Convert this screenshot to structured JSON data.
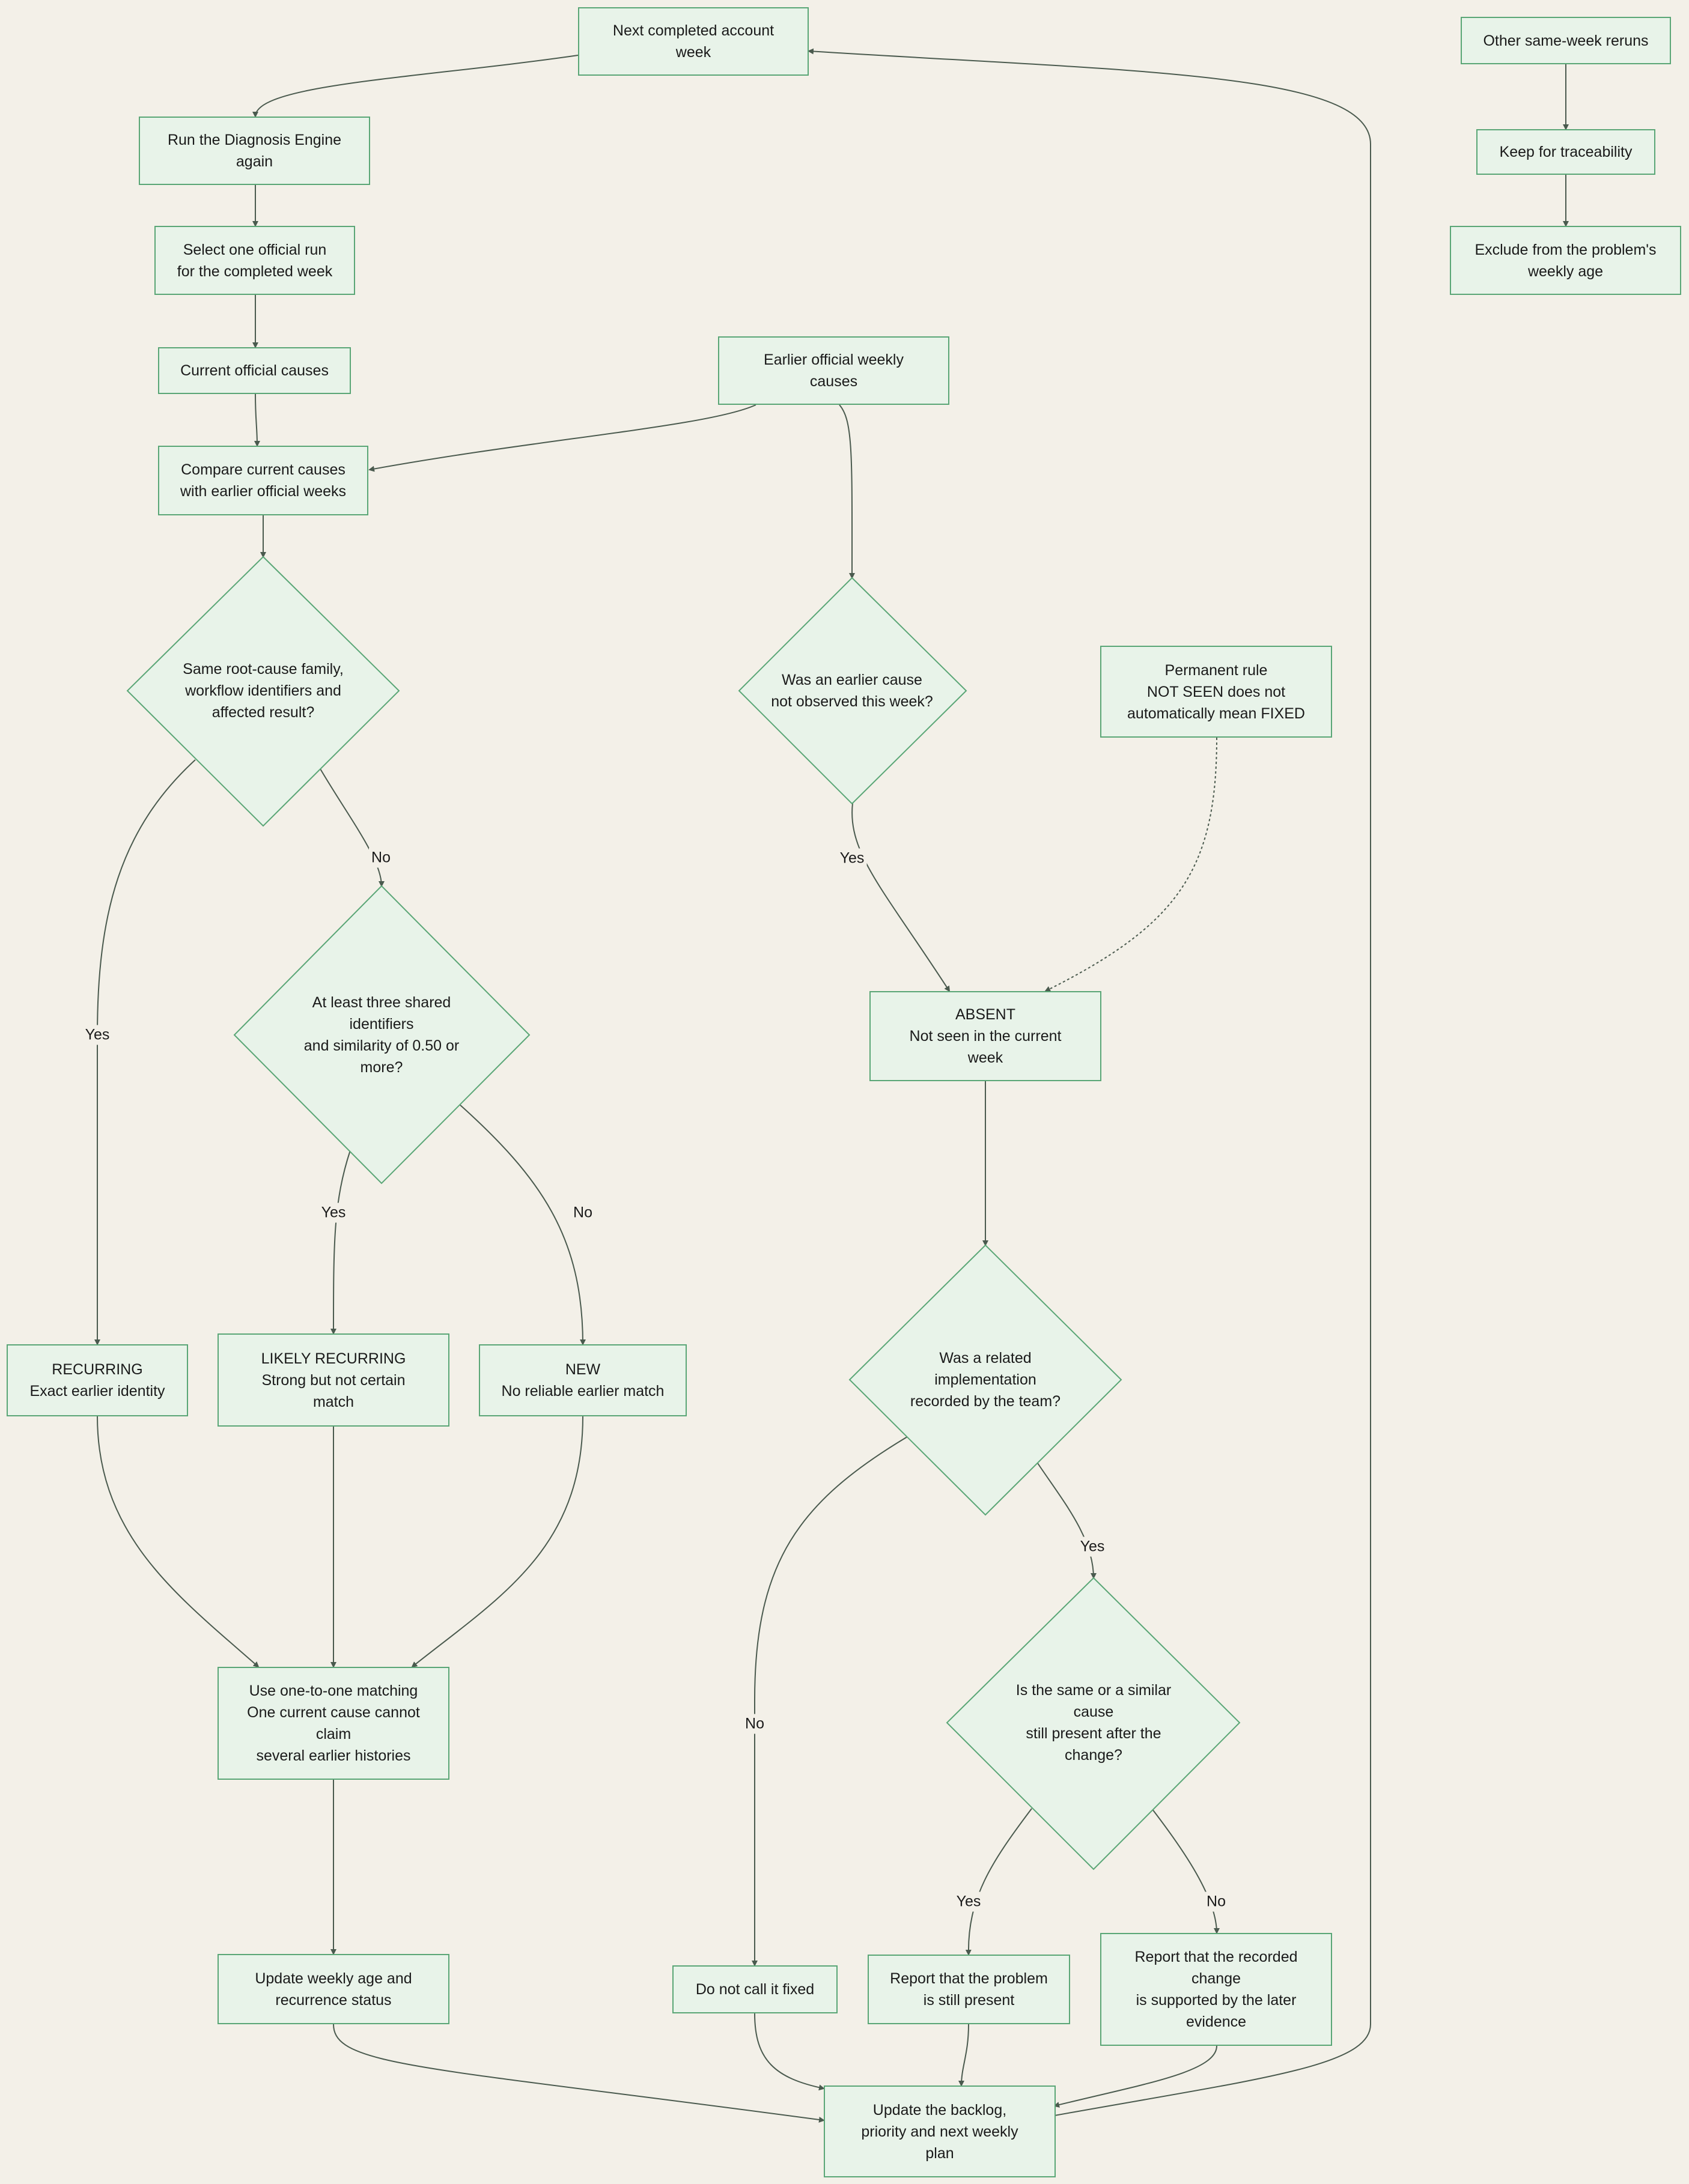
{
  "nodes": {
    "next_week": "Next completed account\nweek",
    "run_engine": "Run the Diagnosis Engine\nagain",
    "select_run": "Select one official run\nfor the completed week",
    "current_causes": "Current official causes",
    "earlier_causes": "Earlier official weekly\ncauses",
    "compare": "Compare current causes\nwith earlier official weeks",
    "same_family": "Same root-cause family,\nworkflow identifiers and\naffected result?",
    "three_shared": "At least three shared\nidentifiers\nand similarity of 0.50 or\nmore?",
    "recurring": "RECURRING\nExact earlier identity",
    "likely_recurring": "LIKELY RECURRING\nStrong but not certain\nmatch",
    "new": "NEW\nNo reliable earlier match",
    "one_to_one": "Use one-to-one matching\nOne current cause cannot\nclaim\nseveral earlier histories",
    "update_age": "Update weekly age and\nrecurrence status",
    "not_observed": "Was an earlier cause\nnot observed this week?",
    "permanent_rule": "Permanent rule\nNOT SEEN does not\nautomatically mean FIXED",
    "absent": "ABSENT\nNot seen in the current\nweek",
    "related_impl": "Was a related\nimplementation\nrecorded by the team?",
    "still_present_q": "Is the same or a similar\ncause\nstill present after the\nchange?",
    "not_fixed": "Do not call it fixed",
    "still_present": "Report that the problem\nis still present",
    "supported": "Report that the recorded\nchange\nis supported by the later\nevidence",
    "update_backlog": "Update the backlog,\npriority and next weekly\nplan",
    "same_week_reruns": "Other same-week reruns",
    "traceability": "Keep for traceability",
    "exclude_age": "Exclude from the problem's\nweekly age"
  },
  "edge_labels": {
    "same_family_yes": "Yes",
    "same_family_no": "No",
    "three_shared_yes": "Yes",
    "three_shared_no": "No",
    "not_observed_yes": "Yes",
    "related_impl_yes": "Yes",
    "related_impl_no": "No",
    "still_present_yes": "Yes",
    "still_present_no": "No"
  },
  "colors": {
    "background": "#f3f0e8",
    "node_fill": "#e8f3e9",
    "node_border": "#5aa676",
    "edge": "#4a5a4e"
  }
}
